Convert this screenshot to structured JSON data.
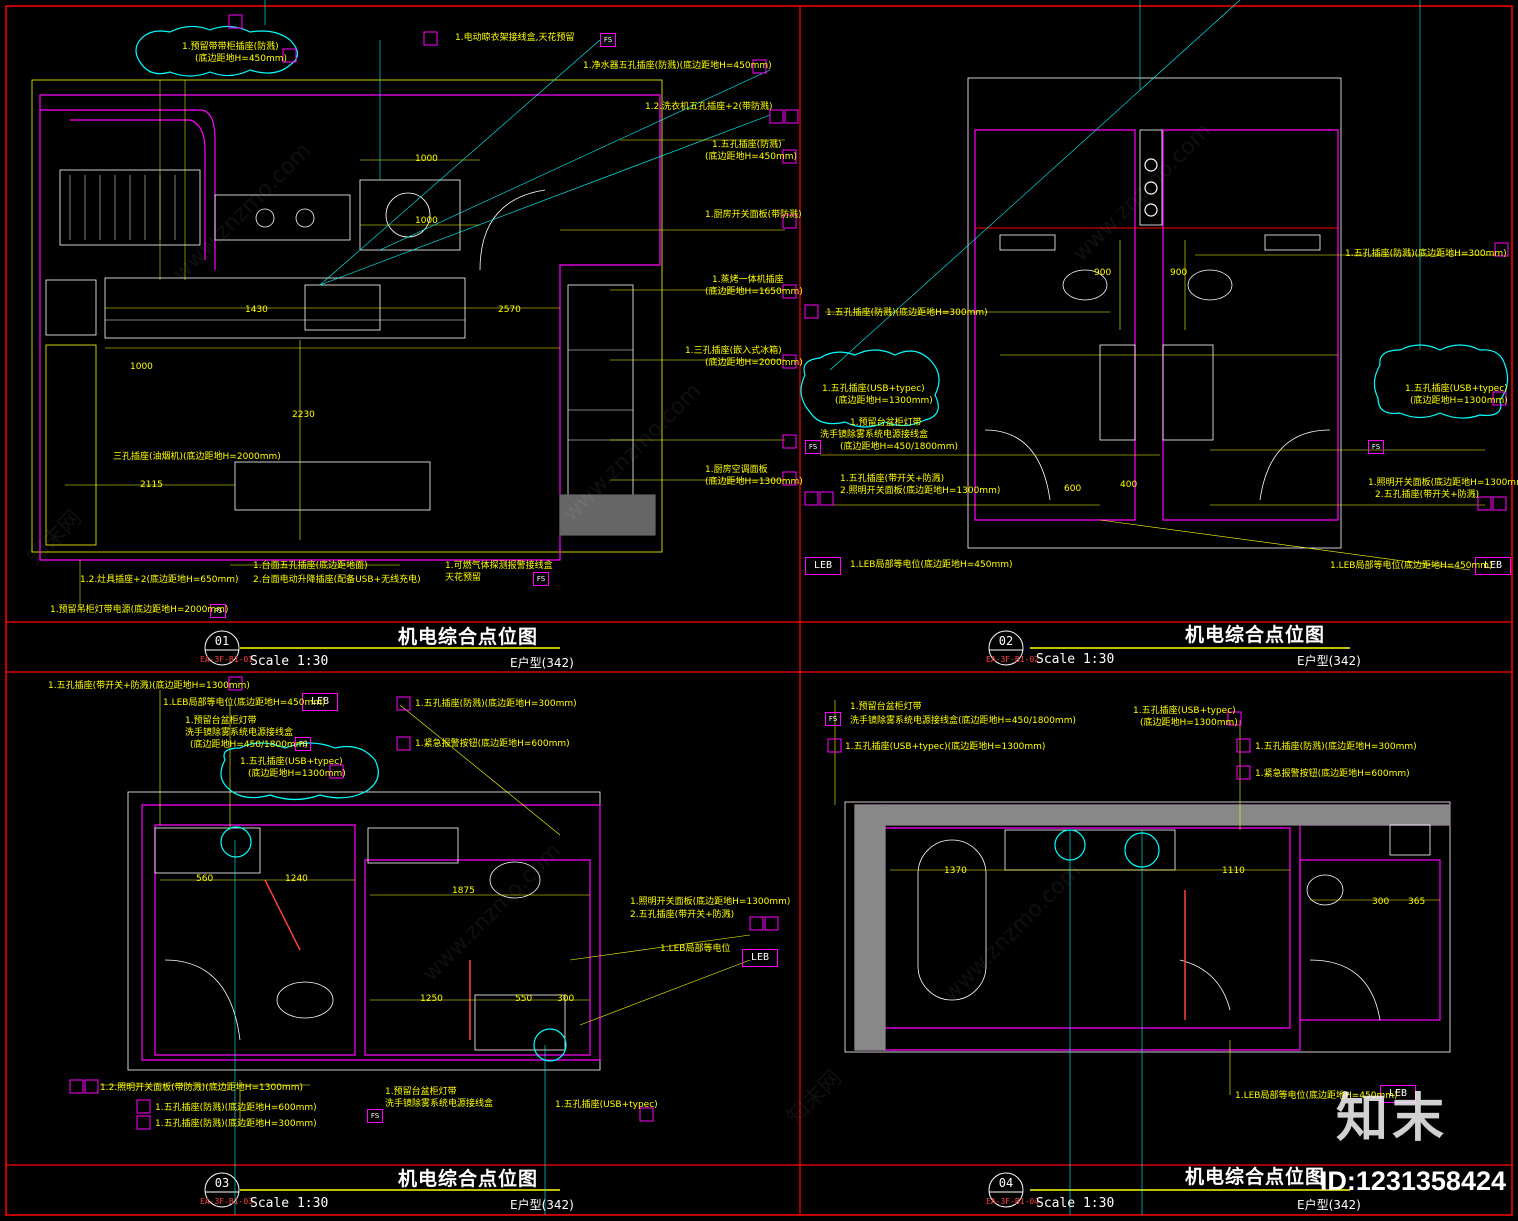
{
  "panels": [
    {
      "number": "01",
      "code": "EA-3F-B1-01",
      "title": "机电综合点位图",
      "scale": "Scale 1:30",
      "unit_type": "E户型(342)",
      "labels": [
        "1.预留带带柜插座(防溅)",
        "(底边距地H=450mm)",
        "1.电动晾衣架接线盒,天花预留",
        "1.净水器五孔插座(防溅)(底边距地H=450mm)",
        "1.2.洗衣机五孔插座+2(带防溅)",
        "1.五孔插座(防溅)",
        "(底边距地H=450mm)",
        "1.厨房开关面板(带防溅)",
        "1.蒸烤一体机插座",
        "(底边距地H=1650mm)",
        "1.三孔插座(嵌入式冰箱)",
        "(底边距地H=2000mm)",
        "1.厨房空调面板",
        "(底边距地H=1300mm)",
        "1.可燃气体探测报警接线盒",
        "天花预留",
        "1.台面五孔插座(底边距地面)",
        "2.台面电动升降插座(配备USB+无线充电)",
        "1.2.灶具插座+2(底边距地H=650mm)",
        "1.预留吊柜灯带电源(底边距地H=2000mm)",
        "三孔插座(油烟机)(底边距地H=2000mm)"
      ],
      "dims": [
        "1000",
        "1000",
        "1430",
        "2570",
        "2115",
        "2230",
        "1000"
      ]
    },
    {
      "number": "02",
      "code": "EA-3F-B1-02",
      "title": "机电综合点位图",
      "scale": "Scale 1:30",
      "unit_type": "E户型(342)",
      "labels": [
        "1.五孔插座(防溅)(底边距地H=300mm)",
        "1.五孔插座(USB+typec)",
        "(底边距地H=1300mm)",
        "1.预留台盆柜灯带",
        "洗手镜除雾系统电源接线盒",
        "(底边距地H=450/1800mm)",
        "1.五孔插座(带开关+防溅)",
        "2.照明开关面板(底边距地H=1300mm)",
        "1.LEB局部等电位(底边距地H=450mm)",
        "1.五孔插座(防溅)(底边距地H=300mm)",
        "1.五孔插座(USB+typec)",
        "(底边距地H=1300mm)",
        "1.照明开关面板(底边距地H=1300mm)",
        "2.五孔插座(带开关+防溅)",
        "1.LEB局部等电位(底边距地H=450mm)"
      ],
      "dims": [
        "900",
        "900",
        "600",
        "400"
      ]
    },
    {
      "number": "03",
      "code": "EA-3F-B1-03",
      "title": "机电综合点位图",
      "scale": "Scale 1:30",
      "unit_type": "E户型(342)",
      "labels": [
        "1.五孔插座(带开关+防溅)(底边距地H=1300mm)",
        "1.LEB局部等电位(底边距地H=450mm)",
        "1.预留台盆柜灯带",
        "洗手镜除雾系统电源接线盒",
        "(底边距地H=450/1800mm)",
        "1.五孔插座(USB+typec)",
        "(底边距地H=1300mm)",
        "1.五孔插座(防溅)(底边距地H=300mm)",
        "1.紧急报警按钮(底边距地H=600mm)",
        "1.照明开关面板(底边距地H=1300mm)",
        "2.五孔插座(带开关+防溅)",
        "1.LEB局部等电位",
        "1.2.照明开关面板(带防溅)(底边距地H=1300mm)",
        "1.五孔插座(防溅)(底边距地H=600mm)",
        "1.五孔插座(防溅)(底边距地H=300mm)",
        "1.预留台盆柜灯带",
        "洗手镜除雾系统电源接线盒",
        "1.五孔插座(USB+typec)"
      ],
      "dims": [
        "560",
        "1240",
        "1875",
        "1250",
        "550",
        "300"
      ]
    },
    {
      "number": "04",
      "code": "EA-3F-B1-04",
      "title": "机电综合点位图",
      "scale": "Scale 1:30",
      "unit_type": "E户型(342)",
      "labels": [
        "1.预留台盆柜灯带",
        "洗手镜除雾系统电源接线盒(底边距地H=450/1800mm)",
        "1.五孔插座(USB+typec)(底边距地H=1300mm)",
        "1.五孔插座(USB+typec)",
        "(底边距地H=1300mm)",
        "1.五孔插座(防溅)(底边距地H=300mm)",
        "1.紧急报警按钮(底边距地H=600mm)",
        "1.LEB局部等电位(底边距地H=450mm)"
      ],
      "dims": [
        "1370",
        "1110",
        "300",
        "365"
      ]
    }
  ],
  "tags": {
    "leb": "LEB",
    "fs": "FS"
  },
  "watermark": {
    "brand": "知末",
    "id": "ID:1231358424",
    "site": "www.znzmo.com",
    "site_cn": "知末网"
  },
  "colors": {
    "background": "#000000",
    "wall": "#ff00ff",
    "dim": "#ffff00",
    "leader": "#00ffff",
    "frame": "#ff0000",
    "text": "#ffffff"
  }
}
